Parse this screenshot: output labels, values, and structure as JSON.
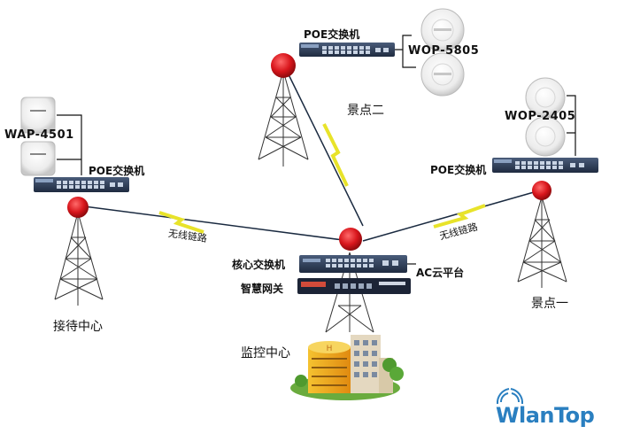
{
  "labels": {
    "poe_switch_top": "POE交换机",
    "poe_switch_left": "POE交换机",
    "poe_switch_right": "POE交换机",
    "ap_top": "WOP-5805",
    "ap_left": "WAP-4501",
    "ap_right": "WOP-2405",
    "site_two": "景点二",
    "site_one": "景点一",
    "reception": "接待中心",
    "monitor": "监控中心",
    "core_switch": "核心交换机",
    "smart_gateway": "智慧网关",
    "ac_cloud": "AC云平台",
    "wireless_link_left": "无线链路",
    "wireless_link_right": "无线链路"
  },
  "brand": {
    "name": "WlanTop",
    "color": "#2a7fc0"
  },
  "colors": {
    "switch_body": "#2e3e58",
    "ap_body": "#f2f2f2",
    "tower_red": "#d8161c",
    "lightning": "#e8e32a"
  }
}
